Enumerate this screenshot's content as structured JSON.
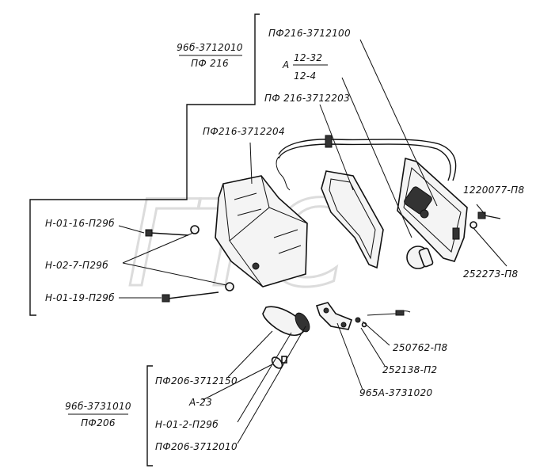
{
  "watermark": "ГТС",
  "groups": {
    "top": {
      "number": "96б-3712010",
      "name": "ПФ 216"
    },
    "bottom": {
      "number": "96б-3731010",
      "name": "ПФ206"
    }
  },
  "fraction": {
    "prefix": "А",
    "numerator": "12-32",
    "denominator": "12-4"
  },
  "labels": {
    "pf216_3712100": "ПФ216-3712100",
    "pf216_3712203": "ПФ 216-3712203",
    "pf216_3712204": "ПФ216-3712204",
    "n_01_16": "Н-01-16-П29б",
    "n_02_7": "Н-02-7-П29б",
    "n_01_19": "Н-01-19-П29б",
    "p1220077": "1220077-П8",
    "p252273": "252273-П8",
    "p250762": "250762-П8",
    "p252138": "252138-П2",
    "p965a": "965А-3731020",
    "pf206_3712150": "ПФ206-3712150",
    "a23": "А-23",
    "n_01_2": "Н-01-2-П29б",
    "pf206_3712010": "ПФ206-3712010"
  }
}
